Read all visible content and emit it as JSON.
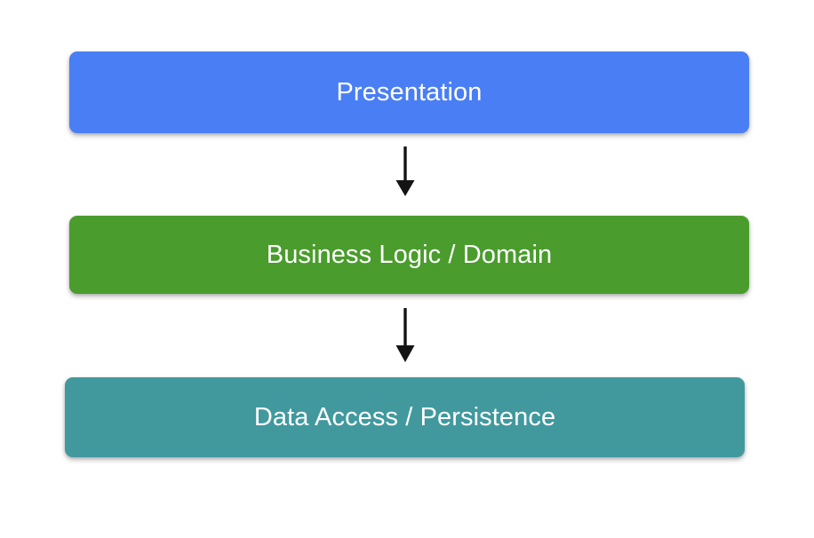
{
  "diagram": {
    "type": "layered-architecture",
    "background_color": "#ffffff",
    "title": "",
    "nodes": [
      {
        "id": "presentation",
        "label": "Presentation",
        "fill_color": "#4a7ef5",
        "text_color": "#ffffff",
        "shape": "rounded-rectangle"
      },
      {
        "id": "business-logic",
        "label": "Business Logic / Domain",
        "fill_color": "#4a9c2d",
        "text_color": "#ffffff",
        "shape": "rounded-rectangle"
      },
      {
        "id": "data-access",
        "label": "Data Access / Persistence",
        "fill_color": "#41999e",
        "text_color": "#ffffff",
        "shape": "rounded-rectangle"
      }
    ],
    "edges": [
      {
        "id": "presentation-to-business-logic",
        "from": "presentation",
        "to": "business-logic",
        "label": "",
        "color": "#141414",
        "style": "solid",
        "arrowhead": "filled-triangle",
        "direction": "down"
      },
      {
        "id": "business-logic-to-data-access",
        "from": "business-logic",
        "to": "data-access",
        "label": "",
        "color": "#141414",
        "style": "solid",
        "arrowhead": "filled-triangle",
        "direction": "down"
      }
    ]
  }
}
